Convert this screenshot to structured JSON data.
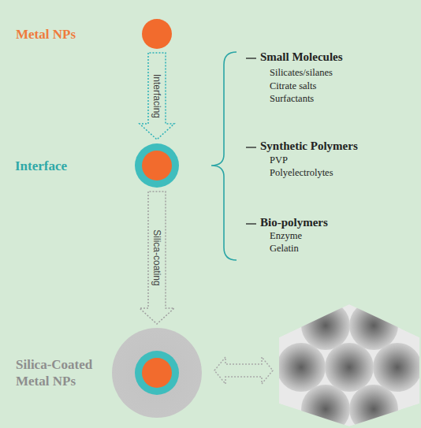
{
  "diagram": {
    "nodes": [
      {
        "text": [
          "Metal NPs"
        ]
      },
      {
        "text": [
          "Interface"
        ]
      },
      {
        "text": [
          "Silica-Coated Metal NPs"
        ]
      }
    ],
    "edges": [
      {
        "from": 0,
        "to": 1,
        "arrow": "to",
        "label": "Interfacing"
      },
      {
        "from": 1,
        "to": 2,
        "arrow": "to",
        "label": "Silica-coating"
      }
    ],
    "labels": [
      "Small Molecules",
      "Silicates/silanes",
      "Citrate salts",
      "Surfactants",
      "Synthetic Polymers",
      "PVP",
      "Polyelectrolytes",
      "Bio-polymers",
      "Enzyme",
      "Gelatin"
    ]
  }
}
